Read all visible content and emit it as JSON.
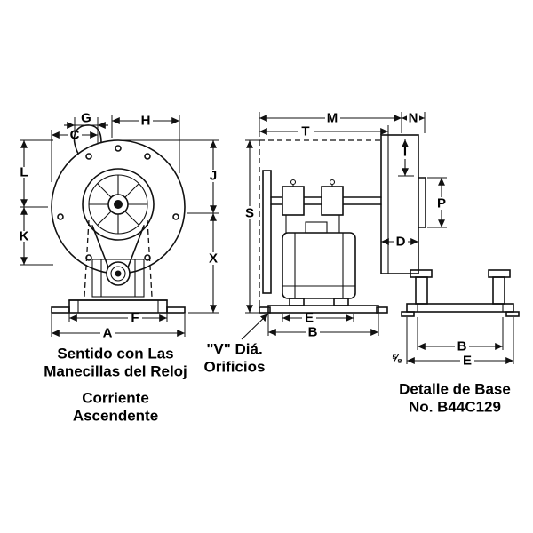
{
  "front_view": {
    "dims": {
      "g": "G",
      "h": "H",
      "c": "C",
      "l": "L",
      "k": "K",
      "j": "J",
      "x": "X",
      "f": "F",
      "a": "A"
    }
  },
  "side_view": {
    "dims": {
      "m": "M",
      "n": "N",
      "t": "T",
      "i": "I",
      "s": "S",
      "p": "P",
      "d": "D",
      "e": "E",
      "b": "B"
    }
  },
  "base_detail": {
    "dims": {
      "b": "B",
      "e": "E",
      "thickness": "⅝"
    },
    "caption_line1": "Detalle de Base",
    "caption_line2": "No. B44C129"
  },
  "captions": {
    "rotation_line1": "Sentido con Las",
    "rotation_line2": "Manecillas del Reloj",
    "flow_line1": "Corriente",
    "flow_line2": "Ascendente",
    "holes_line1": "\"V\" Diá.",
    "holes_line2": "Orificios"
  }
}
